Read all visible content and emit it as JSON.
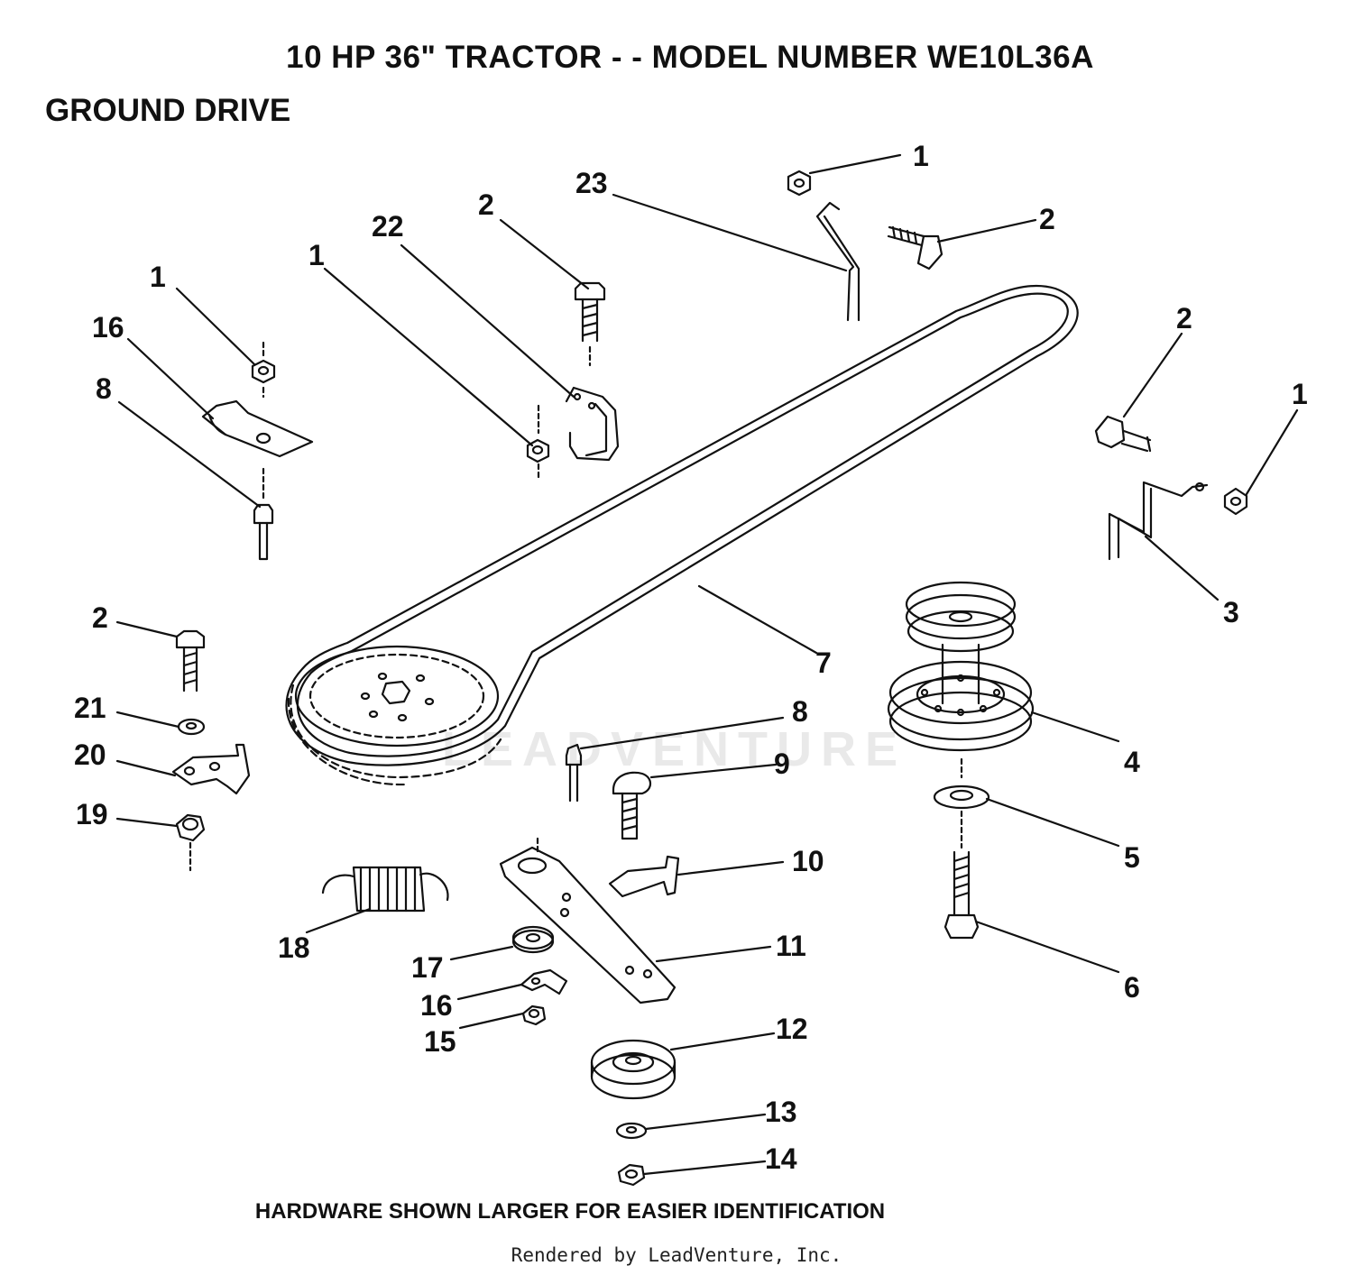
{
  "header": {
    "title": "10 HP 36\" TRACTOR - - MODEL NUMBER WE10L36A",
    "section": "GROUND DRIVE"
  },
  "footer": {
    "note": "HARDWARE SHOWN LARGER FOR EASIER IDENTIFICATION",
    "credit": "Rendered by LeadVenture, Inc."
  },
  "watermark": {
    "text": "LEADVENTURE"
  },
  "callouts": [
    {
      "id": "c1a",
      "label": "1"
    },
    {
      "id": "c23",
      "label": "23"
    },
    {
      "id": "c2a",
      "label": "2"
    },
    {
      "id": "c2b",
      "label": "2"
    },
    {
      "id": "c22",
      "label": "22"
    },
    {
      "id": "c1b",
      "label": "1"
    },
    {
      "id": "c1c",
      "label": "1"
    },
    {
      "id": "c16a",
      "label": "16"
    },
    {
      "id": "c8a",
      "label": "8"
    },
    {
      "id": "c2c",
      "label": "2"
    },
    {
      "id": "c1d",
      "label": "1"
    },
    {
      "id": "c3",
      "label": "3"
    },
    {
      "id": "c2d",
      "label": "2"
    },
    {
      "id": "c7",
      "label": "7"
    },
    {
      "id": "c21",
      "label": "21"
    },
    {
      "id": "c20",
      "label": "20"
    },
    {
      "id": "c19",
      "label": "19"
    },
    {
      "id": "c8b",
      "label": "8"
    },
    {
      "id": "c9",
      "label": "9"
    },
    {
      "id": "c4",
      "label": "4"
    },
    {
      "id": "c5",
      "label": "5"
    },
    {
      "id": "c10",
      "label": "10"
    },
    {
      "id": "c18",
      "label": "18"
    },
    {
      "id": "c11",
      "label": "11"
    },
    {
      "id": "c17",
      "label": "17"
    },
    {
      "id": "c16b",
      "label": "16"
    },
    {
      "id": "c15",
      "label": "15"
    },
    {
      "id": "c6",
      "label": "6"
    },
    {
      "id": "c12",
      "label": "12"
    },
    {
      "id": "c13",
      "label": "13"
    },
    {
      "id": "c14",
      "label": "14"
    }
  ]
}
